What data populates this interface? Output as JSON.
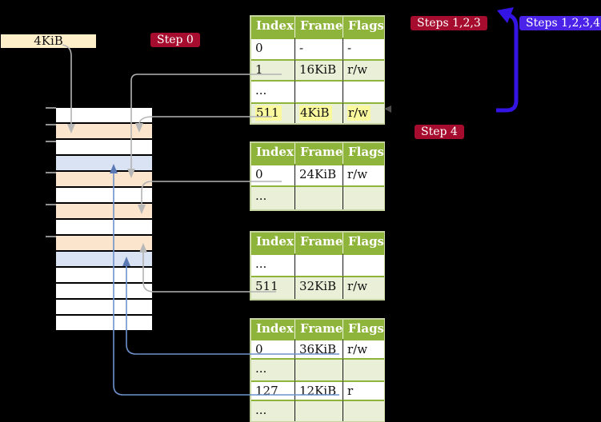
{
  "labels": {
    "page_size": "4KiB",
    "step0": "Step 0",
    "steps123": "Steps 1,2,3",
    "steps1234": "Steps 1,2,3,4",
    "step4": "Step 4"
  },
  "memory": {
    "description": "physical memory frames, 4KiB each",
    "frames": [
      "white",
      "peach",
      "white",
      "blue",
      "peach",
      "white",
      "peach",
      "white",
      "peach",
      "blue",
      "white",
      "white",
      "white",
      "white"
    ]
  },
  "tables": [
    {
      "headers": [
        "Index",
        "Frame",
        "Flags"
      ],
      "rows": [
        [
          "0",
          "-",
          "-"
        ],
        [
          "1",
          "16KiB",
          "r/w"
        ],
        [
          "...",
          "",
          ""
        ],
        [
          "511",
          "4KiB",
          "r/w"
        ]
      ],
      "highlighted_row": "511"
    },
    {
      "headers": [
        "Index",
        "Frame",
        "Flags"
      ],
      "rows": [
        [
          "0",
          "24KiB",
          "r/w"
        ],
        [
          "...",
          "",
          ""
        ]
      ]
    },
    {
      "headers": [
        "Index",
        "Frame",
        "Flags"
      ],
      "rows": [
        [
          "...",
          "",
          ""
        ],
        [
          "511",
          "32KiB",
          "r/w"
        ]
      ]
    },
    {
      "headers": [
        "Index",
        "Frame",
        "Flags"
      ],
      "rows": [
        [
          "0",
          "36KiB",
          "r/w"
        ],
        [
          "...",
          "",
          ""
        ],
        [
          "127",
          "12KiB",
          "r"
        ],
        [
          "...",
          "",
          ""
        ]
      ]
    }
  ],
  "colors": {
    "table_header_green": "#8fb43c",
    "table_row_tint": "#e9f0d7",
    "highlight_yellow": "#fbf99e",
    "badge_red": "#a60c2e",
    "badge_blue": "#4b22e8",
    "big_arrow_blue": "#3414e4",
    "connector_gray": "#b3b3b3",
    "connector_steelblue": "#6f92cc",
    "frame_peach": "#fce5cd",
    "frame_lightblue": "#dae3f3",
    "label_wheat": "#fdefca"
  }
}
